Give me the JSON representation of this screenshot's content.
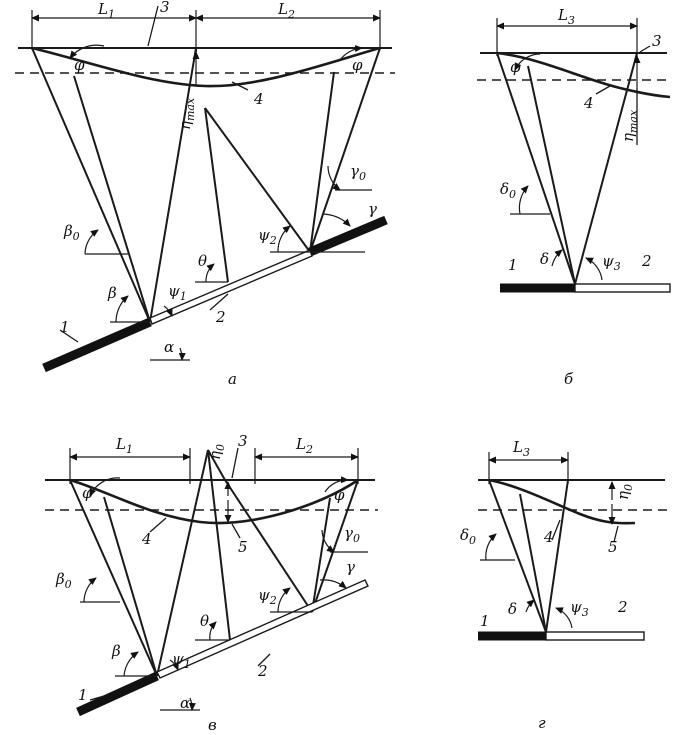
{
  "labels": {
    "L1": "L1",
    "L2": "L2",
    "L3": "L3",
    "phi": "φ",
    "eta_max": "ηmax",
    "eta0": "η0",
    "gamma0": "γ0",
    "gamma": "γ",
    "beta0": "β0",
    "beta": "β",
    "delta0": "δ0",
    "delta": "δ",
    "psi1": "ψ1",
    "psi2": "ψ2",
    "psi3": "ψ3",
    "theta": "θ",
    "alpha": "α",
    "n1": "1",
    "n2": "2",
    "n3": "3",
    "n4": "4",
    "n5": "5"
  },
  "captions": {
    "a": "а",
    "b": "б",
    "v": "в",
    "g": "г"
  }
}
